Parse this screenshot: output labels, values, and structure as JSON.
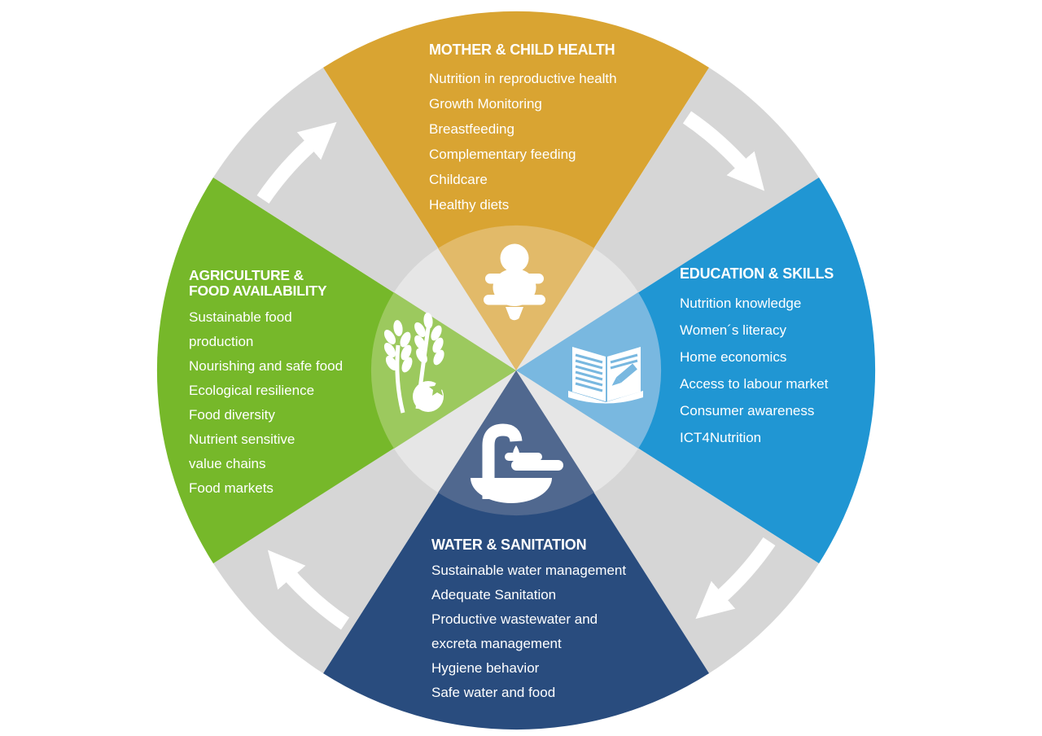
{
  "diagram": {
    "type": "cycle-wheel",
    "flow_direction": "clockwise",
    "background_color": "#FFFFFF",
    "arrow_color": "#FFFFFF",
    "text_color": "#FFFFFF",
    "connector_color": "#D6D6D6",
    "connector_inner_color": "#E6E6E6",
    "sectors": [
      {
        "id": "mother-child-health",
        "position": "top",
        "label": "MOTHER & CHILD HEALTH",
        "color": "#D9A432",
        "inner_color": "#E2BA69",
        "icon": "baby-icon",
        "items": [
          "Nutrition in reproductive health",
          "Growth Monitoring",
          "Breastfeeding",
          "Complementary feeding",
          "Childcare",
          "Healthy diets"
        ]
      },
      {
        "id": "education-skills",
        "position": "right",
        "label": "EDUCATION & SKILLS",
        "color": "#2096D3",
        "inner_color": "#79B8E0",
        "icon": "open-book-icon",
        "items": [
          "Nutrition knowledge",
          "Women´s literacy",
          "Home economics",
          "Access to labour market",
          "Consumer awareness",
          "ICT4Nutrition"
        ]
      },
      {
        "id": "water-sanitation",
        "position": "bottom",
        "label": "WATER & SANITATION",
        "color": "#294C7E",
        "inner_color": "#50688F",
        "icon": "handwashing-icon",
        "items": [
          "Sustainable water management",
          "Adequate Sanitation",
          "Productive wastewater and\nexcreta management",
          "Hygiene behavior",
          "Safe water and food"
        ]
      },
      {
        "id": "agriculture-food-availability",
        "position": "left",
        "label": "AGRICULTURE &\nFOOD AVAILABILITY",
        "color": "#76B82A",
        "inner_color": "#9CC95E",
        "icon": "wheat-tomato-icon",
        "items": [
          "Sustainable food\nproduction",
          "Nourishing and safe food",
          "Ecological resilience",
          "Food diversity",
          "Nutrient sensitive\nvalue chains",
          "Food markets"
        ]
      }
    ]
  }
}
